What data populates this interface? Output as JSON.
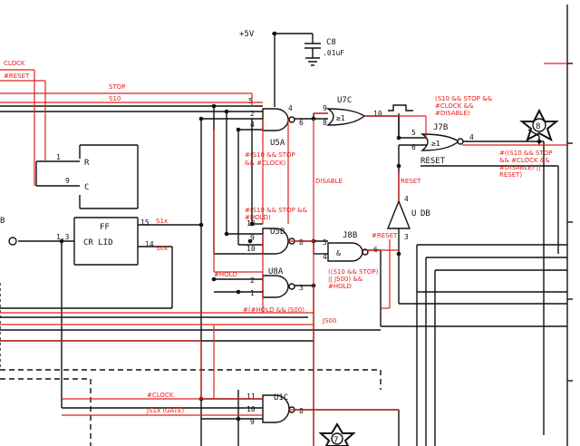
{
  "schematic": {
    "supply": "+5V",
    "capacitor": {
      "ref": "C8",
      "value": ".01uF"
    },
    "gates": {
      "u5a": {
        "ref": "U5A",
        "pins": [
          "5",
          "2",
          "4",
          "4",
          "6"
        ]
      },
      "u7c": {
        "ref": "U7C",
        "symbol": "≥1",
        "pins": [
          "9",
          "8",
          "10"
        ]
      },
      "j7b": {
        "ref": "J7B",
        "symbol": "≥1",
        "pins": [
          "5",
          "6",
          "4"
        ],
        "below": "RESET"
      },
      "u5b": {
        "ref": "U5B",
        "pins": [
          "12",
          "9",
          "10",
          "8"
        ]
      },
      "j8b": {
        "ref": "J8B",
        "symbol": "&",
        "pins": [
          "5",
          "4",
          "6"
        ]
      },
      "u8a": {
        "ref": "U8A",
        "pins": [
          "2",
          "1",
          "3"
        ]
      },
      "u1c": {
        "ref": "U1C",
        "pins": [
          "11",
          "10",
          "9",
          "8"
        ]
      },
      "u4": {
        "ref": "U",
        "suffix": "DB",
        "pins": [
          "4",
          "3"
        ]
      },
      "ff": {
        "title": "FF",
        "body": "CR    LID",
        "pins_left": [
          "1",
          "9",
          "1.3"
        ],
        "pins_right": [
          "15",
          "14"
        ],
        "inputs": [
          "R",
          "C"
        ]
      }
    },
    "offpage": {
      "top_right": "8",
      "bottom": "7",
      "left_partial": "B"
    },
    "annotations": {
      "clock": "CLOCK",
      "reset": "#RESET",
      "stop": "STOP",
      "s10": "S10",
      "s1x": "S1x",
      "s0x": "S0x",
      "disable": "DISABLE",
      "reset_top": "RESET",
      "reset_hash": "#RESET",
      "hold": "#HOLD",
      "js00": "JS00",
      "hclock": "#CLOCK",
      "js1x": "JS1x (GATE)",
      "u5a_expr": [
        "#(S10 && STOP",
        "&& #CLOCK)"
      ],
      "u7c_expr": [
        "(S10 && STOP &&",
        "#CLOCK &&",
        "#DISABLE)"
      ],
      "j7b_expr": [
        "#((S10 && STOP",
        "&& #CLOCK &&",
        "#DISABLE) ||",
        "RESET)"
      ],
      "u5b_expr": [
        "#(S10 && STOP &&",
        "#HOLD)"
      ],
      "j8b_expr": [
        "((S10 && STOP)",
        "|| JS00) &&",
        "#HOLD"
      ],
      "u8a_expr": "#(#HOLD && JS00)"
    }
  }
}
